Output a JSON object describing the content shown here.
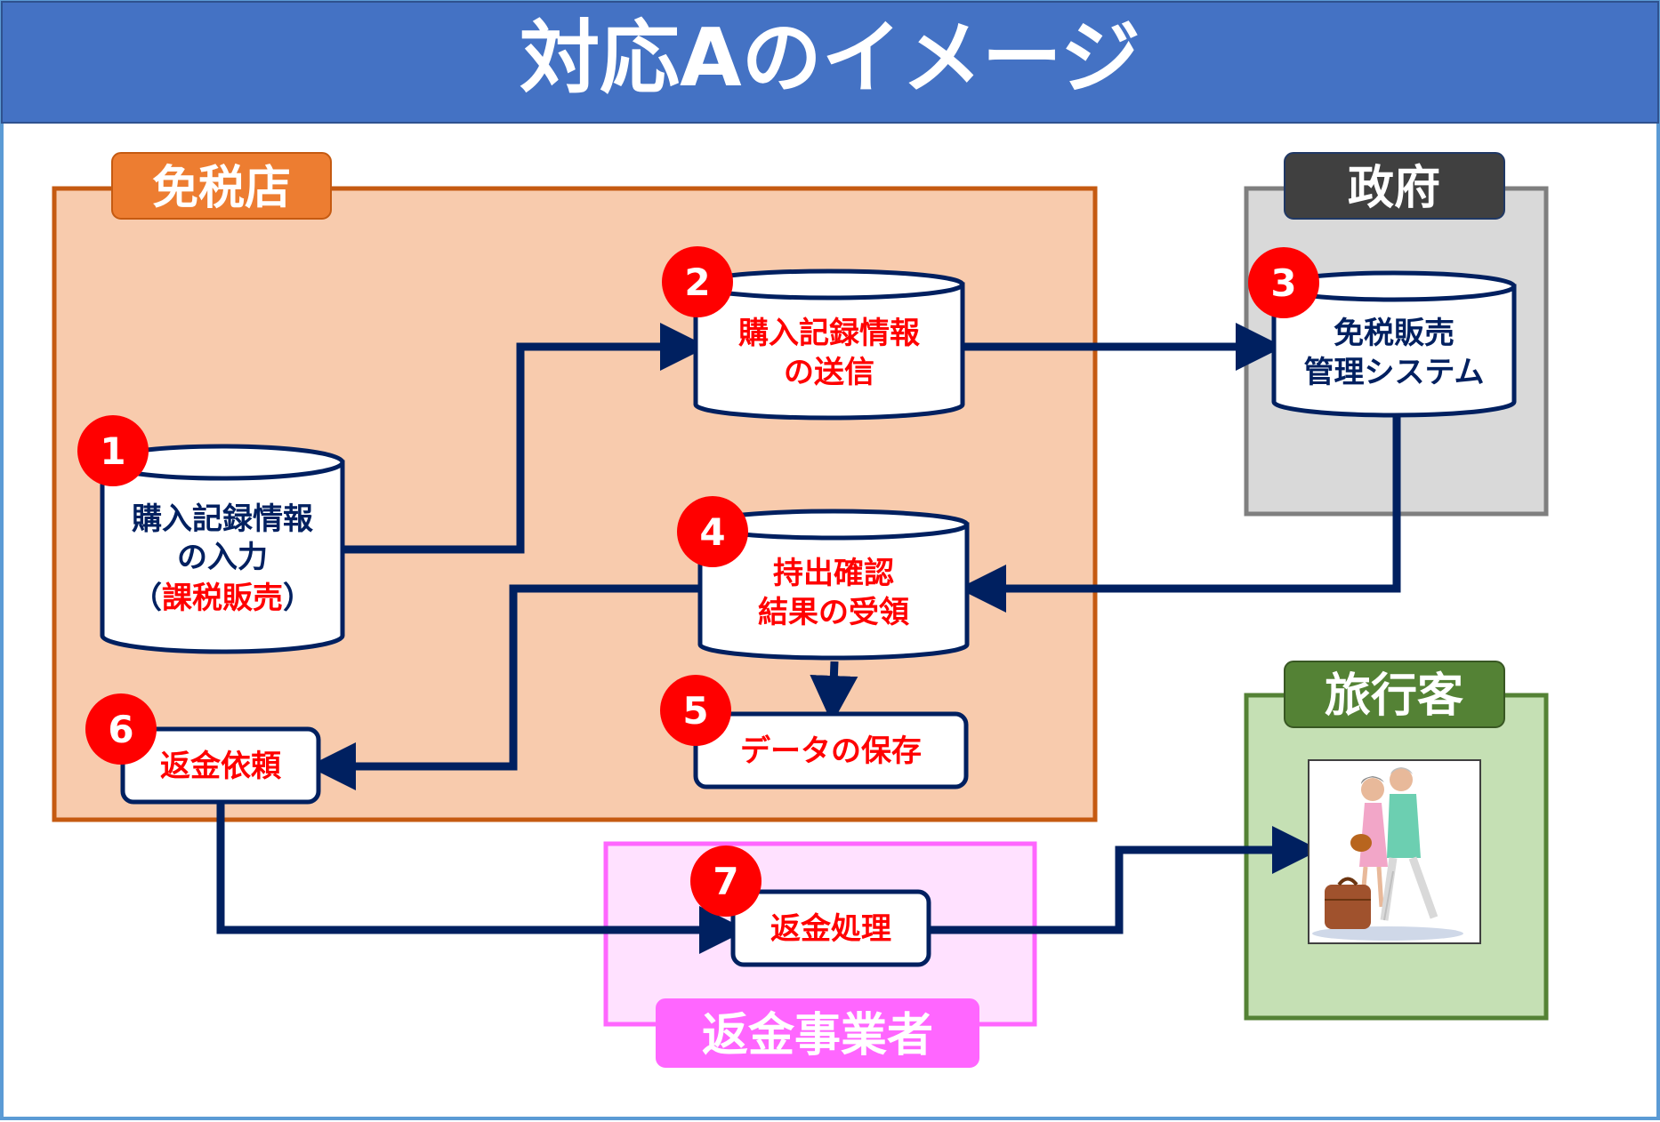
{
  "title": "対応Aのイメージ",
  "regions": {
    "shop": "免税店",
    "government": "政府",
    "traveler": "旅行客",
    "refund_operator": "返金事業者"
  },
  "steps": [
    {
      "num": "1",
      "lines": [
        "購入記録情報",
        "の入力"
      ],
      "note_open": "（",
      "note": "課税販売",
      "note_close": "）"
    },
    {
      "num": "2",
      "lines": [
        "購入記録情報",
        "の送信"
      ]
    },
    {
      "num": "3",
      "lines": [
        "免税販売",
        "管理システム"
      ]
    },
    {
      "num": "4",
      "lines": [
        "持出確認",
        "結果の受領"
      ]
    },
    {
      "num": "5",
      "lines": [
        "データの保存"
      ]
    },
    {
      "num": "6",
      "lines": [
        "返金依頼"
      ]
    },
    {
      "num": "7",
      "lines": [
        "返金処理"
      ]
    }
  ],
  "colors": {
    "title_bar": "#4472C4",
    "shop_fill": "#F8CBAD",
    "shop_border": "#C55A11",
    "shop_label": "#ED7D31",
    "gov_fill": "#D9D9D9",
    "gov_border": "#7F7F7F",
    "gov_label": "#404040",
    "traveler_fill": "#C5E0B4",
    "traveler_border": "#548235",
    "traveler_label": "#548235",
    "refund_fill": "#FFE1FF",
    "refund_border": "#FF66FF",
    "refund_label": "#FF66FF",
    "arrow": "#002060",
    "badge": "#FF0000",
    "text_red": "#FF0000",
    "text_navy": "#002060"
  }
}
